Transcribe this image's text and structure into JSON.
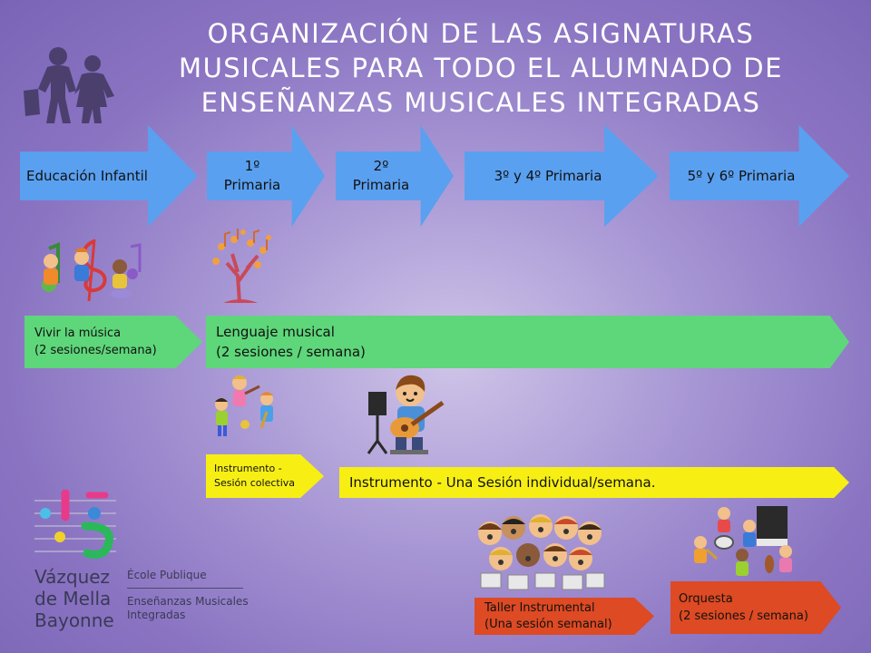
{
  "title": {
    "line1": "ORGANIZACIÓN DE LAS ASIGNATURAS",
    "line2": "MUSICALES PARA TODO EL ALUMNADO DE",
    "line3": "ENSEÑANZAS MUSICALES INTEGRADAS"
  },
  "stages": [
    {
      "label": "Educación Infantil"
    },
    {
      "line1": "1º",
      "line2": "Primaria"
    },
    {
      "line1": "2º",
      "line2": "Primaria"
    },
    {
      "label": "3º y 4º Primaria"
    },
    {
      "label": "5º y 6º Primaria"
    }
  ],
  "subjects": {
    "vivir": {
      "name": "Vivir la música",
      "detail": "(2 sesiones/semana)"
    },
    "lenguaje": {
      "name": "Lenguaje musical",
      "detail": "(2 sesiones / semana)"
    },
    "instrumento_colectivo": {
      "name": "Instrumento -",
      "detail": "Sesión colectiva"
    },
    "instrumento_individual": {
      "name": "Instrumento",
      "detail": " - Una Sesión individual/semana."
    },
    "taller": {
      "name": "Taller Instrumental",
      "detail": "(Una sesión semanal)"
    },
    "orquesta": {
      "name": "Orquesta",
      "detail": "(2 sesiones / semana)"
    }
  },
  "logo": {
    "line1": "Vázquez",
    "line2": "de Mella",
    "line3": "Bayonne",
    "school": "École Publique",
    "program1": "Enseñanzas Musicales",
    "program2": "Integradas"
  },
  "colors": {
    "stage_arrow": "#5aa0f0",
    "green_band": "#5ed67a",
    "yellow_band": "#f7ef14",
    "red_band": "#dd4a23",
    "background": "#9a86cc"
  },
  "illustrations": [
    "school-children-silhouette",
    "kids-with-music-notes",
    "music-tree",
    "kids-playing-instruments",
    "boy-with-guitar",
    "children-choir",
    "children-orchestra"
  ]
}
